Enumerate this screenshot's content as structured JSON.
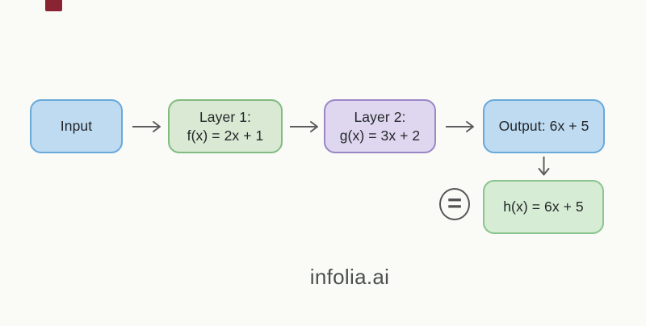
{
  "page": {
    "background": "#fafaf7",
    "watermark": "infolia.ai",
    "recording_mark_color": "#8a2433"
  },
  "diagram": {
    "type": "flowchart",
    "flow_description": "Input -> Layer 1 -> Layer 2 -> Output, Output equals combined function h(x)",
    "nodes": {
      "input": {
        "label": "Input",
        "fill": "#bedbf2",
        "border": "#69a9da"
      },
      "layer1": {
        "title": "Layer 1:",
        "formula": "f(x) = 2x + 1",
        "fill": "#d9e9d3",
        "border": "#82bb80"
      },
      "layer2": {
        "title": "Layer 2:",
        "formula": "g(x) = 3x + 2",
        "fill": "#ded7ef",
        "border": "#9b87c5"
      },
      "output": {
        "label": "Output: 6x + 5",
        "fill": "#bedbf2",
        "border": "#69a9da"
      },
      "combined": {
        "label": "h(x) = 6x + 5",
        "fill": "#d6ecd4",
        "border": "#8ac48e"
      }
    },
    "equals_symbol": "=",
    "arrow_color": "#5d5d5d",
    "text_color": "#24272a"
  }
}
